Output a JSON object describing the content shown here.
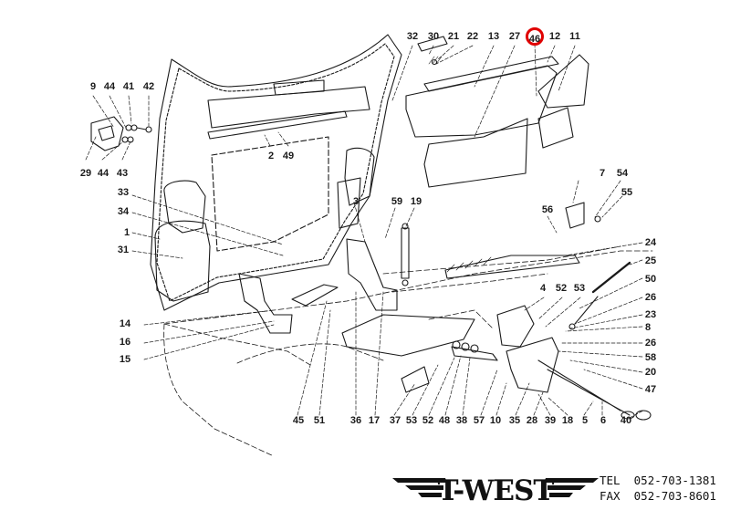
{
  "diagram": {
    "title": "Engine hood / bonnet assembly exploded parts diagram",
    "highlighted_part": "46",
    "highlight_color": "#e00000",
    "line_color": "#1a1a1a",
    "callouts": [
      {
        "id": "9"
      },
      {
        "id": "44"
      },
      {
        "id": "41"
      },
      {
        "id": "42"
      },
      {
        "id": "29"
      },
      {
        "id": "44"
      },
      {
        "id": "43"
      },
      {
        "id": "32"
      },
      {
        "id": "30"
      },
      {
        "id": "21"
      },
      {
        "id": "22"
      },
      {
        "id": "13"
      },
      {
        "id": "27"
      },
      {
        "id": "46"
      },
      {
        "id": "12"
      },
      {
        "id": "11"
      },
      {
        "id": "2"
      },
      {
        "id": "49"
      },
      {
        "id": "33"
      },
      {
        "id": "34"
      },
      {
        "id": "1"
      },
      {
        "id": "31"
      },
      {
        "id": "3"
      },
      {
        "id": "59"
      },
      {
        "id": "19"
      },
      {
        "id": "7"
      },
      {
        "id": "54"
      },
      {
        "id": "55"
      },
      {
        "id": "56"
      },
      {
        "id": "24"
      },
      {
        "id": "25"
      },
      {
        "id": "50"
      },
      {
        "id": "26"
      },
      {
        "id": "23"
      },
      {
        "id": "8"
      },
      {
        "id": "26"
      },
      {
        "id": "58"
      },
      {
        "id": "20"
      },
      {
        "id": "47"
      },
      {
        "id": "40"
      },
      {
        "id": "4"
      },
      {
        "id": "52"
      },
      {
        "id": "53"
      },
      {
        "id": "14"
      },
      {
        "id": "16"
      },
      {
        "id": "15"
      },
      {
        "id": "45"
      },
      {
        "id": "51"
      },
      {
        "id": "36"
      },
      {
        "id": "17"
      },
      {
        "id": "37"
      },
      {
        "id": "53"
      },
      {
        "id": "52"
      },
      {
        "id": "48"
      },
      {
        "id": "38"
      },
      {
        "id": "57"
      },
      {
        "id": "10"
      },
      {
        "id": "35"
      },
      {
        "id": "28"
      },
      {
        "id": "39"
      },
      {
        "id": "18"
      },
      {
        "id": "5"
      },
      {
        "id": "6"
      }
    ]
  },
  "branding": {
    "logo_text": "T-WEST",
    "tel_label": "TEL",
    "tel_number": "052-703-1381",
    "fax_label": "FAX",
    "fax_number": "052-703-8601"
  }
}
